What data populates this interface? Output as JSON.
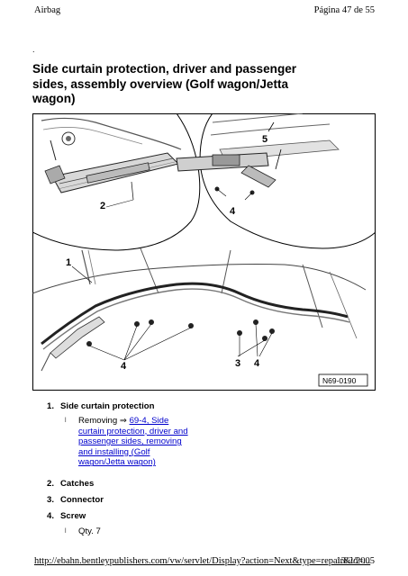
{
  "header": {
    "left": "Airbag",
    "right": "Página 47 de 55"
  },
  "dot": ".",
  "title": "Side curtain protection, driver and passenger sides, assembly overview (Golf wagon/Jetta wagon)",
  "figure": {
    "ref": "N69-0190",
    "callouts": {
      "c1": "1",
      "c2": "2",
      "c3": "3",
      "c4a": "4",
      "c4b": "4",
      "c4c": "4",
      "c5": "5"
    }
  },
  "items": [
    {
      "num": "1.",
      "label": "Side curtain protection"
    },
    {
      "num": "2.",
      "label": "Catches"
    },
    {
      "num": "3.",
      "label": "Connector"
    },
    {
      "num": "4.",
      "label": "Screw"
    }
  ],
  "sub1": {
    "prefix": "Removing ⇒ ",
    "link": "69-4, Side curtain protection, driver and passenger sides, removing and installing (Golf wagon/Jetta wagon)"
  },
  "sub4": {
    "text": "Qty. 7"
  },
  "bullet": "l",
  "footer": {
    "left": "http://ebahn.bentleypublishers.com/vw/servlet/Display?action=Next&type=repair&id=...",
    "right": "13/2/2005"
  }
}
